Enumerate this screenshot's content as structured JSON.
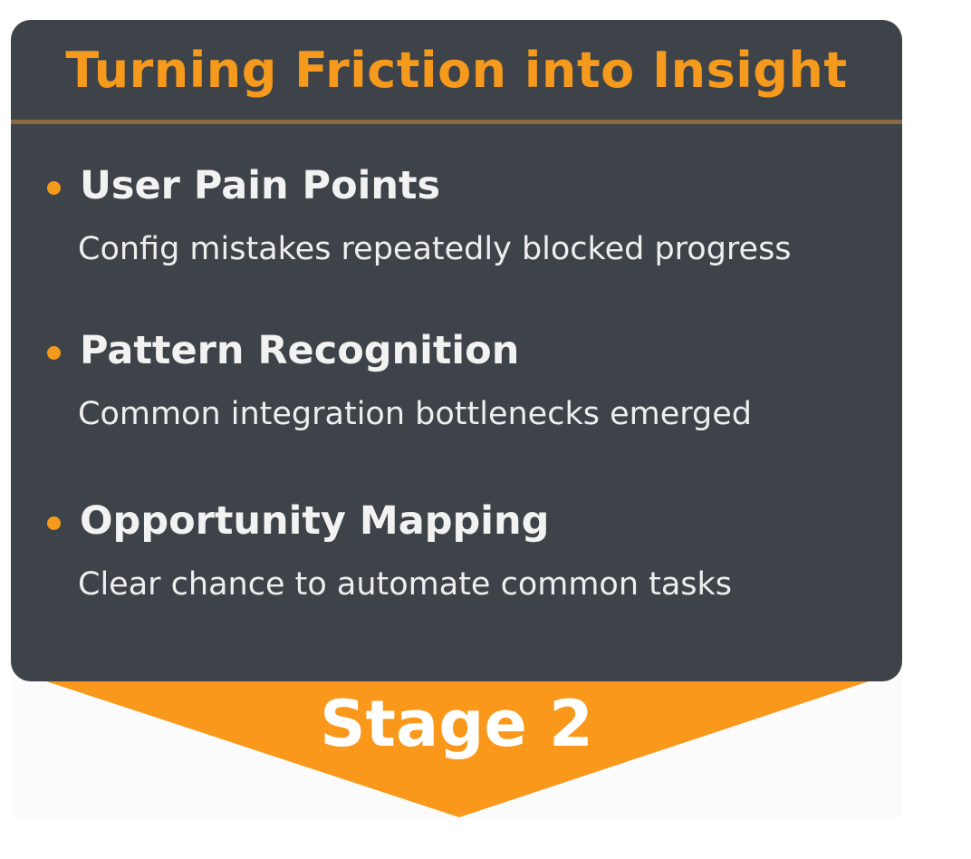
{
  "title": "Turning Friction into Insight",
  "items": [
    {
      "heading": "User Pain Points",
      "description": "Config mistakes repeatedly blocked progress"
    },
    {
      "heading": "Pattern Recognition",
      "description": "Common integration bottlenecks emerged"
    },
    {
      "heading": "Opportunity Mapping",
      "description": "Clear chance to automate common tasks"
    }
  ],
  "stage_label": "Stage 2",
  "colors": {
    "accent": "#f59a1c",
    "card": "#3e4349",
    "divider": "#8a6a45"
  }
}
